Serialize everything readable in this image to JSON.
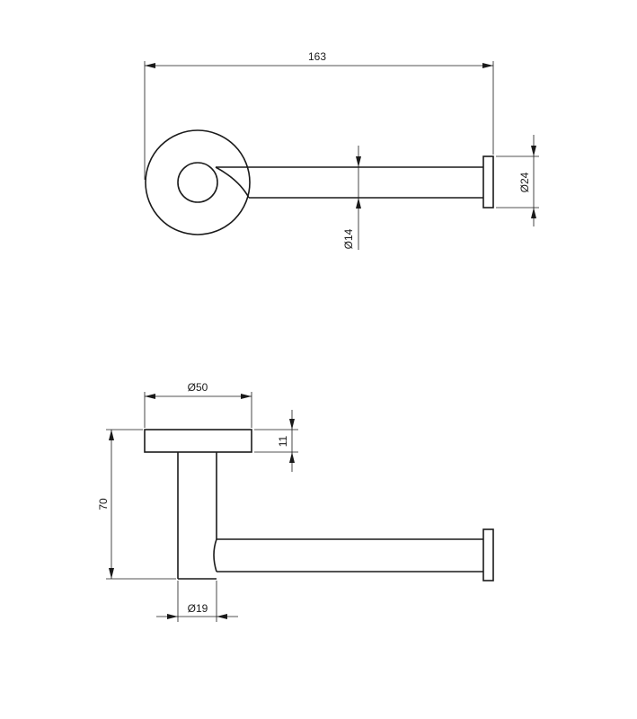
{
  "top_view": {
    "dimensions": {
      "overall_length": "163",
      "rod_diameter": "Ø14",
      "end_cap_diameter": "Ø24"
    }
  },
  "side_view": {
    "dimensions": {
      "base_diameter": "Ø50",
      "base_thickness": "11",
      "total_depth": "70",
      "post_diameter": "Ø19"
    }
  }
}
